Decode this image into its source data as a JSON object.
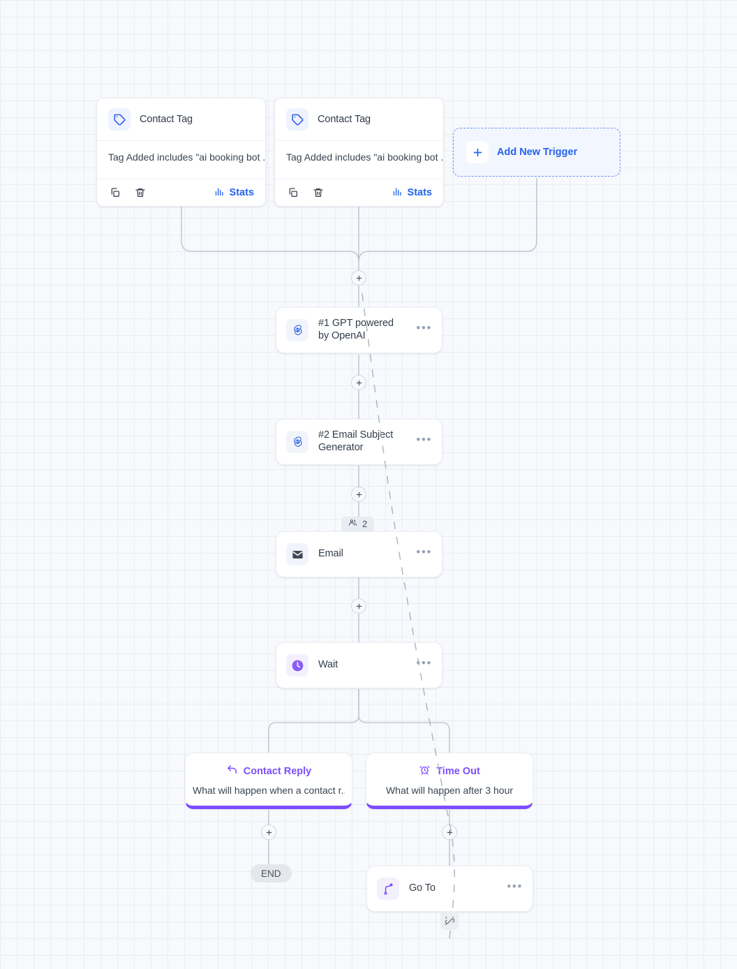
{
  "canvas": {
    "background_color": "#f7f9fc",
    "grid_color": "#cbd5e1",
    "connector_color": "#b8c0cc"
  },
  "theme": {
    "blue": "#2563eb",
    "purple": "#7c4dff",
    "slate": "#3a4450",
    "chip_gray": "#e9ecf1"
  },
  "triggers": [
    {
      "title": "Contact Tag",
      "icon": "tag-icon",
      "condition": "Tag Added includes \"ai booking bot ...",
      "copy_icon": "copy-icon",
      "delete_icon": "trash-icon",
      "stats_label": "Stats",
      "stats_icon": "bar-chart-icon"
    },
    {
      "title": "Contact Tag",
      "icon": "tag-icon",
      "condition": "Tag Added includes \"ai booking bot ...",
      "copy_icon": "copy-icon",
      "delete_icon": "trash-icon",
      "stats_label": "Stats",
      "stats_icon": "bar-chart-icon"
    }
  ],
  "add_trigger": {
    "label": "Add New Trigger",
    "icon": "plus-icon"
  },
  "actions": [
    {
      "label": "#1 GPT powered by OpenAI",
      "icon": "openai-icon",
      "menu_icon": "ellipsis-icon"
    },
    {
      "label": "#2 Email Subject Generator",
      "icon": "openai-icon",
      "menu_icon": "ellipsis-icon"
    },
    {
      "label": "Email",
      "icon": "envelope-icon",
      "menu_icon": "ellipsis-icon"
    },
    {
      "label": "Wait",
      "icon": "clock-icon",
      "menu_icon": "ellipsis-icon"
    },
    {
      "label": "Go To",
      "icon": "goto-icon",
      "menu_icon": "ellipsis-icon"
    }
  ],
  "contact_chip": {
    "count": "2",
    "icon": "users-icon"
  },
  "branches": [
    {
      "title": "Contact Reply",
      "icon": "reply-arrow-icon",
      "description": "What will happen when a contact r..."
    },
    {
      "title": "Time Out",
      "icon": "alarm-clock-icon",
      "description": "What will happen after 3 hour"
    }
  ],
  "end_badge": {
    "label": "END"
  },
  "unlink": {
    "icon": "unlink-icon"
  },
  "plus_handles": [
    {
      "name": "add-step-after-triggers"
    },
    {
      "name": "add-step-after-gpt"
    },
    {
      "name": "add-step-after-subject-generator"
    },
    {
      "name": "add-step-after-email"
    },
    {
      "name": "add-step-after-contact-reply"
    },
    {
      "name": "add-step-after-time-out"
    }
  ]
}
